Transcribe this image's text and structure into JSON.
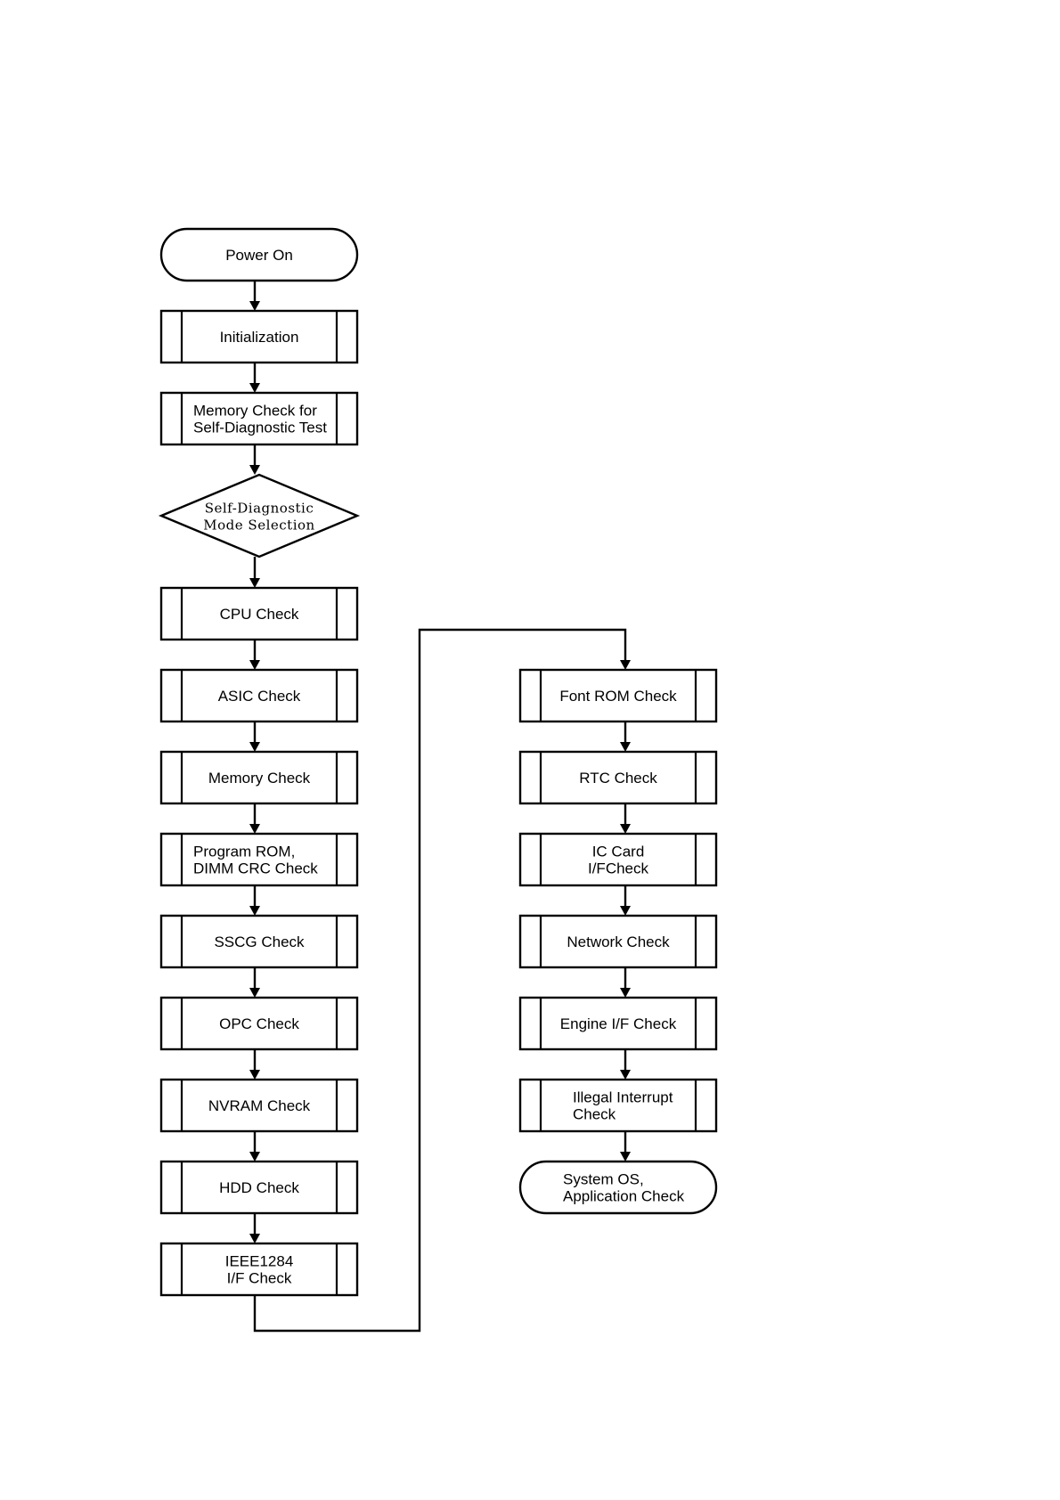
{
  "flowchart": {
    "left_column": [
      {
        "id": "power-on",
        "shape": "terminator",
        "lines": [
          "Power On"
        ]
      },
      {
        "id": "initialization",
        "shape": "process",
        "lines": [
          "Initialization"
        ]
      },
      {
        "id": "memory-check-self-diag",
        "shape": "process",
        "lines": [
          "Memory Check for",
          "Self-Diagnostic Test"
        ]
      },
      {
        "id": "self-diagnostic-mode-selection",
        "shape": "decision",
        "lines": [
          "Self-Diagnostic",
          "Mode Selection"
        ]
      },
      {
        "id": "cpu-check",
        "shape": "process",
        "lines": [
          "CPU Check"
        ]
      },
      {
        "id": "asic-check",
        "shape": "process",
        "lines": [
          "ASIC Check"
        ]
      },
      {
        "id": "memory-check",
        "shape": "process",
        "lines": [
          "Memory Check"
        ]
      },
      {
        "id": "program-rom-dimm-crc-check",
        "shape": "process",
        "lines": [
          "Program ROM,",
          "DIMM CRC Check"
        ]
      },
      {
        "id": "sscg-check",
        "shape": "process",
        "lines": [
          "SSCG Check"
        ]
      },
      {
        "id": "opc-check",
        "shape": "process",
        "lines": [
          "OPC Check"
        ]
      },
      {
        "id": "nvram-check",
        "shape": "process",
        "lines": [
          "NVRAM Check"
        ]
      },
      {
        "id": "hdd-check",
        "shape": "process",
        "lines": [
          "HDD Check"
        ]
      },
      {
        "id": "ieee1284-if-check",
        "shape": "process",
        "lines": [
          "IEEE1284",
          "I/F Check"
        ]
      }
    ],
    "right_column": [
      {
        "id": "font-rom-check",
        "shape": "process",
        "lines": [
          "Font ROM Check"
        ]
      },
      {
        "id": "rtc-check",
        "shape": "process",
        "lines": [
          "RTC Check"
        ]
      },
      {
        "id": "ic-card-if-check",
        "shape": "process",
        "lines": [
          "IC Card",
          "I/FCheck"
        ]
      },
      {
        "id": "network-check",
        "shape": "process",
        "lines": [
          "Network Check"
        ]
      },
      {
        "id": "engine-if-check",
        "shape": "process",
        "lines": [
          "Engine I/F Check"
        ]
      },
      {
        "id": "illegal-interrupt-check",
        "shape": "process",
        "lines": [
          "Illegal Interrupt",
          "Check"
        ]
      },
      {
        "id": "system-os-application-check",
        "shape": "terminator",
        "lines": [
          "System OS,",
          "Application Check"
        ]
      }
    ]
  }
}
